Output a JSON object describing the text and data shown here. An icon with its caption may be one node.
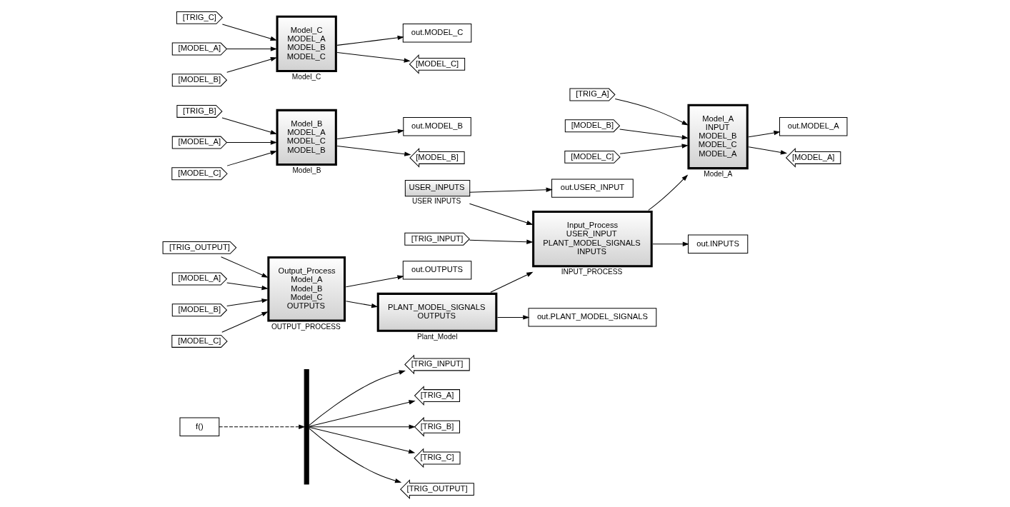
{
  "diagram": {
    "nodes": [
      {
        "text": [
          "f()"
        ]
      },
      {
        "text": [],
        "shape": "bar"
      },
      {
        "text": [
          "[TRIG_INPUT]"
        ]
      },
      {
        "text": [
          "[TRIG_A]"
        ]
      },
      {
        "text": [
          "[TRIG_B]"
        ]
      },
      {
        "text": [
          "[TRIG_C]"
        ]
      },
      {
        "text": [
          "[TRIG_OUTPUT]"
        ]
      },
      {
        "text": [
          "out.INPUTS"
        ]
      },
      {
        "text": [
          "[TRIG_A]"
        ]
      },
      {
        "text": [
          "Model_A",
          "INPUT",
          "MODEL_B",
          "MODEL_C",
          "MODEL_A"
        ],
        "beside": [
          "Model_A"
        ]
      },
      {
        "text": [
          "out.MODEL_A"
        ]
      },
      {
        "text": [
          "[MODEL_B]"
        ]
      },
      {
        "text": [
          "[MODEL_A]"
        ]
      },
      {
        "text": [
          "[MODEL_C]"
        ]
      },
      {
        "text": [
          "[TRIG_INPUT]"
        ]
      },
      {
        "text": [
          "out.USER_INPUT"
        ]
      },
      {
        "text": [
          "USER_INPUTS"
        ],
        "beside": [
          "USER INPUTS"
        ]
      },
      {
        "text": [
          "Input_Process",
          "USER_INPUT",
          "PLANT_MODEL_SIGNALS",
          "INPUTS"
        ],
        "beside": [
          "INPUT_PROCESS"
        ]
      },
      {
        "text": [
          "[TRIG_OUTPUT]"
        ]
      },
      {
        "text": [
          "Output_Process",
          "Model_A",
          "Model_B",
          "Model_C",
          "OUTPUTS"
        ],
        "beside": [
          "OUTPUT_PROCESS"
        ]
      },
      {
        "text": [
          "[MODEL_A]"
        ]
      },
      {
        "text": [
          "[MODEL_B]"
        ]
      },
      {
        "text": [
          "[MODEL_C]"
        ]
      },
      {
        "text": [
          "[TRIG_B]"
        ]
      },
      {
        "text": [
          "Model_B",
          "MODEL_A",
          "MODEL_C",
          "MODEL_B"
        ],
        "beside": [
          "Model_B"
        ]
      },
      {
        "text": [
          "out.MODEL_B"
        ]
      },
      {
        "text": [
          "[MODEL_A]"
        ]
      },
      {
        "text": [
          "[MODEL_B]"
        ]
      },
      {
        "text": [
          "[MODEL_C]"
        ]
      },
      {
        "text": [
          "[TRIG_C]"
        ]
      },
      {
        "text": [
          "Model_C",
          "MODEL_A",
          "MODEL_B",
          "MODEL_C"
        ],
        "beside": [
          "Model_C"
        ]
      },
      {
        "text": [
          "out.MODEL_C"
        ]
      },
      {
        "text": [
          "[MODEL_A]"
        ]
      },
      {
        "text": [
          "[MODEL_C]"
        ]
      },
      {
        "text": [
          "[MODEL_B]"
        ]
      },
      {
        "text": [
          "out.PLANT_MODEL_SIGNALS"
        ]
      },
      {
        "text": [
          "out.OUTPUTS"
        ]
      },
      {
        "text": [
          "PLANT_MODEL_SIGNALS",
          "OUTPUTS"
        ],
        "beside": [
          "Plant_Model"
        ]
      }
    ],
    "edges": [
      {
        "from": 0,
        "to": 1,
        "arrow": "to",
        "style": "dashed"
      },
      {
        "from": 1,
        "to": 2,
        "arrow": "to"
      },
      {
        "from": 1,
        "to": 3,
        "arrow": "to"
      },
      {
        "from": 1,
        "to": 4,
        "arrow": "to"
      },
      {
        "from": 1,
        "to": 5,
        "arrow": "to"
      },
      {
        "from": 1,
        "to": 6,
        "arrow": "to"
      },
      {
        "from": 17,
        "to": 7,
        "arrow": "to"
      },
      {
        "from": 17,
        "to": 9,
        "arrow": "to"
      },
      {
        "from": 8,
        "to": 9,
        "arrow": "to"
      },
      {
        "from": 11,
        "to": 9,
        "arrow": "to"
      },
      {
        "from": 13,
        "to": 9,
        "arrow": "to"
      },
      {
        "from": 9,
        "to": 10,
        "arrow": "to"
      },
      {
        "from": 9,
        "to": 12,
        "arrow": "to"
      },
      {
        "from": 14,
        "to": 17,
        "arrow": "to"
      },
      {
        "from": 16,
        "to": 15,
        "arrow": "to"
      },
      {
        "from": 16,
        "to": 17,
        "arrow": "to"
      },
      {
        "from": 18,
        "to": 19,
        "arrow": "to"
      },
      {
        "from": 20,
        "to": 19,
        "arrow": "to"
      },
      {
        "from": 21,
        "to": 19,
        "arrow": "to"
      },
      {
        "from": 22,
        "to": 19,
        "arrow": "to"
      },
      {
        "from": 23,
        "to": 24,
        "arrow": "to"
      },
      {
        "from": 26,
        "to": 24,
        "arrow": "to"
      },
      {
        "from": 28,
        "to": 24,
        "arrow": "to"
      },
      {
        "from": 24,
        "to": 25,
        "arrow": "to"
      },
      {
        "from": 24,
        "to": 27,
        "arrow": "to"
      },
      {
        "from": 29,
        "to": 30,
        "arrow": "to"
      },
      {
        "from": 32,
        "to": 30,
        "arrow": "to"
      },
      {
        "from": 34,
        "to": 30,
        "arrow": "to"
      },
      {
        "from": 30,
        "to": 31,
        "arrow": "to"
      },
      {
        "from": 30,
        "to": 33,
        "arrow": "to"
      },
      {
        "from": 19,
        "to": 36,
        "arrow": "to"
      },
      {
        "from": 19,
        "to": 37,
        "arrow": "to"
      },
      {
        "from": 37,
        "to": 35,
        "arrow": "to"
      },
      {
        "from": 37,
        "to": 17,
        "arrow": "to"
      }
    ]
  }
}
